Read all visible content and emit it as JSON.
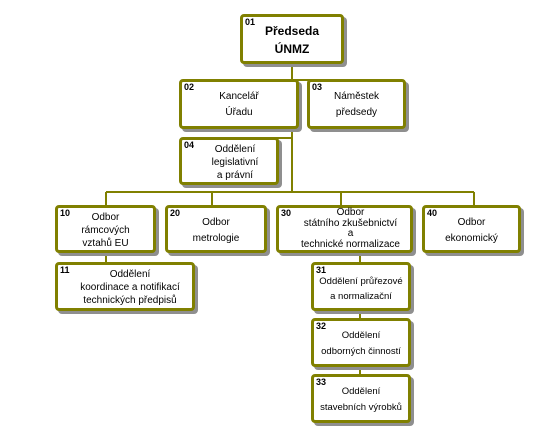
{
  "units": [
    {
      "id": "u01",
      "num": "01",
      "label": "Předseda\nÚNMZ"
    },
    {
      "id": "u02",
      "num": "02",
      "label": "Kancelář\nÚřadu"
    },
    {
      "id": "u03",
      "num": "03",
      "label": "Náměstek\npředsedy"
    },
    {
      "id": "u04",
      "num": "04",
      "label": "Oddělení\nlegislativní\na  právní"
    },
    {
      "id": "u10",
      "num": "10",
      "label": "Odbor\nrámcových\nvztahů  EU"
    },
    {
      "id": "u11",
      "num": "11",
      "label": "Oddělení\nkoordinace a notifikací\ntechnických předpisů"
    },
    {
      "id": "u20",
      "num": "20",
      "label": "Odbor\nmetrologie"
    },
    {
      "id": "u30",
      "num": "30",
      "label": "Odbor\nstátního  zkušebnictví\na\ntechnické normalizace"
    },
    {
      "id": "u31",
      "num": "31",
      "label": "Oddělení průřezové\na normalizační"
    },
    {
      "id": "u32",
      "num": "32",
      "label": "Oddělení\nodborných činností"
    },
    {
      "id": "u33",
      "num": "33",
      "label": "Oddělení\nstavebních výrobků"
    },
    {
      "id": "u40",
      "num": "40",
      "label": "Odbor\nekonomický"
    }
  ],
  "colors": {
    "border": "#808000",
    "line": "#808000",
    "shadow": "#8f8f8f"
  }
}
